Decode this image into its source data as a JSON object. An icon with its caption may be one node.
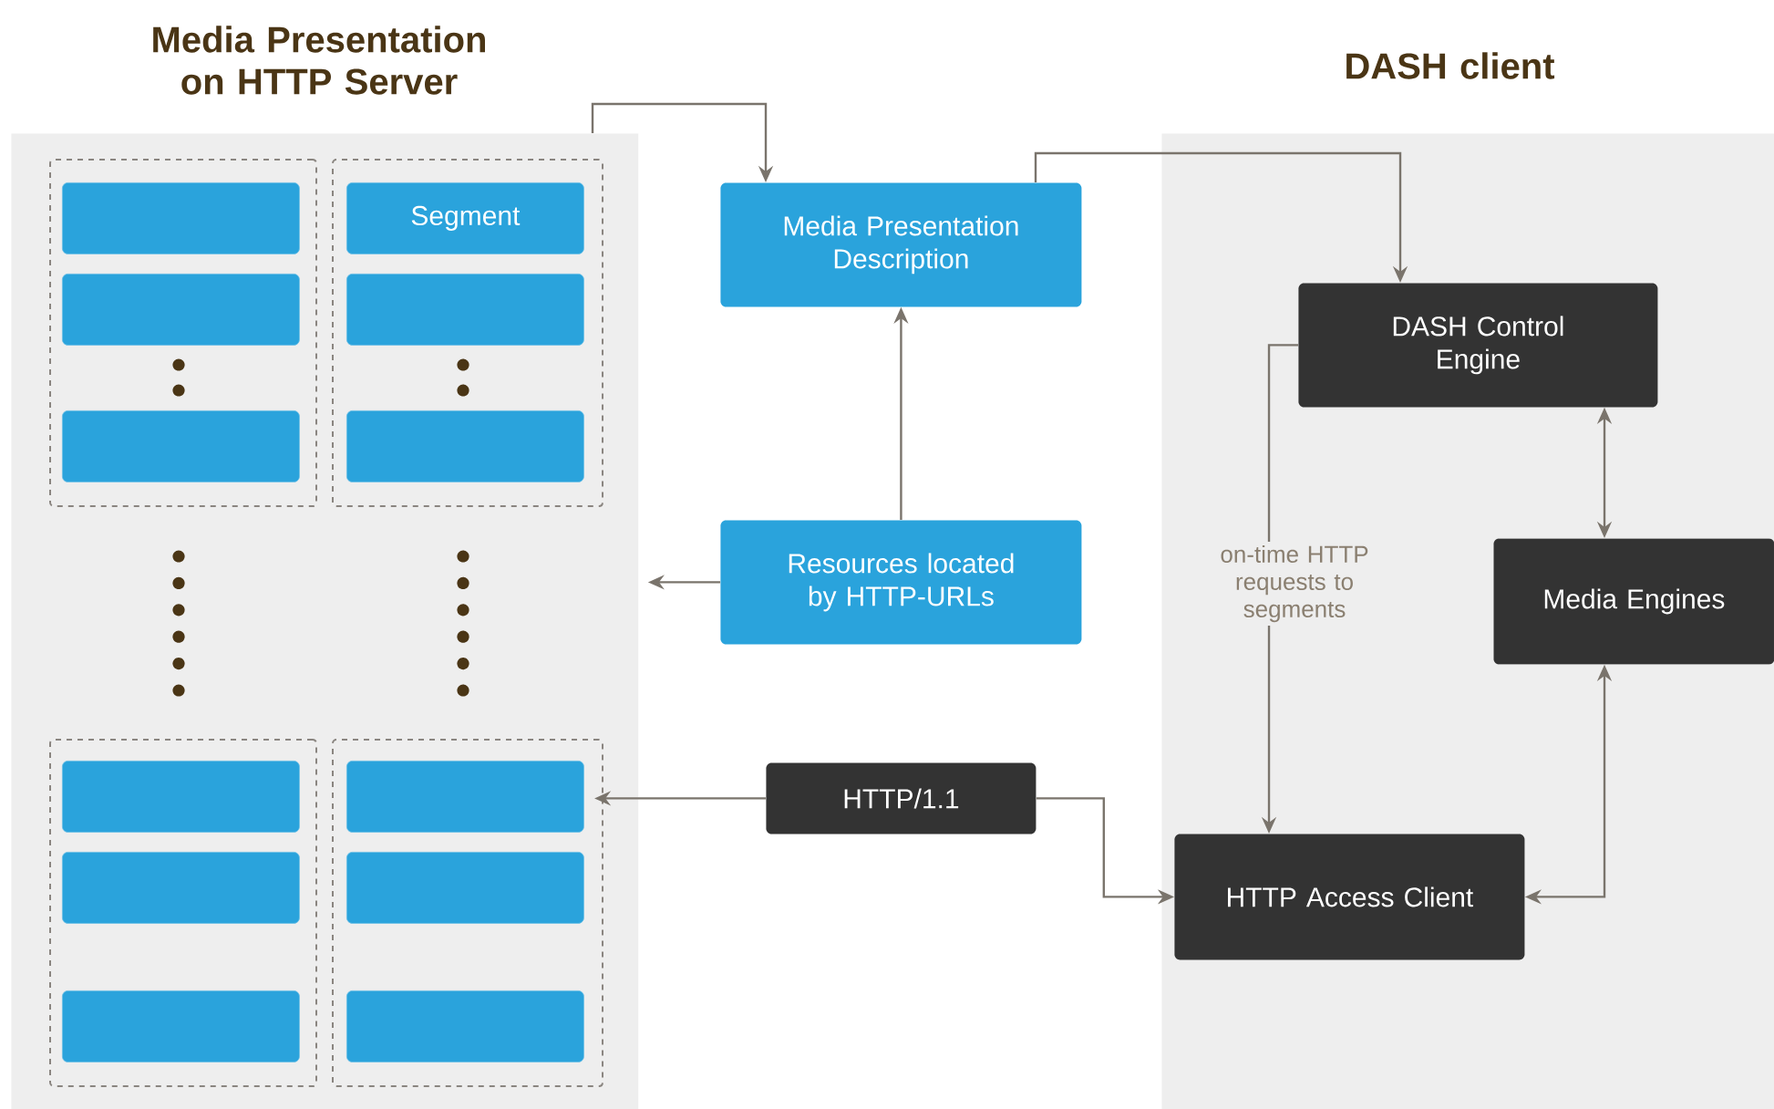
{
  "diagram": {
    "nodes": [
      {
        "text": [
          "Media Presentation on HTTP Server"
        ]
      },
      {
        "text": [],
        "shape": "box",
        "in": 0
      },
      {
        "text": [],
        "shape": "box",
        "in": 0
      },
      {
        "text": [],
        "shape": "box",
        "in": 0
      },
      {
        "text": [],
        "shape": "box",
        "in": 0
      },
      {
        "text": [],
        "shape": "box",
        "in": 1
      },
      {
        "text": [],
        "shape": "box",
        "in": 1
      },
      {
        "text": [],
        "shape": "box",
        "in": 1
      },
      {
        "text": [
          "Segment"
        ],
        "in": 2
      },
      {
        "text": [],
        "shape": "box",
        "in": 2
      },
      {
        "text": [],
        "shape": "box",
        "in": 2
      },
      {
        "text": [],
        "shape": "box",
        "in": 3
      },
      {
        "text": [],
        "shape": "box",
        "in": 3
      },
      {
        "text": [],
        "shape": "box",
        "in": 3
      },
      {
        "text": [],
        "shape": "box",
        "in": 4
      },
      {
        "text": [],
        "shape": "box",
        "in": 4
      },
      {
        "text": [],
        "shape": "box",
        "in": 4
      },
      {
        "text": [
          "DASH client"
        ]
      },
      {
        "text": [
          "Media Presentation Description"
        ]
      },
      {
        "text": [
          "Resources located by HTTP-URLs"
        ]
      },
      {
        "text": [
          "HTTP/1.1"
        ]
      },
      {
        "text": [
          "DASH Control Engine"
        ],
        "in": 17
      },
      {
        "text": [
          "Media Engines"
        ],
        "in": 17
      },
      {
        "text": [
          "HTTP Access Client"
        ],
        "in": 17
      }
    ],
    "edges": [
      {
        "from": 0,
        "to": 18,
        "arrow": "to"
      },
      {
        "from": 18,
        "to": 21,
        "arrow": "to"
      },
      {
        "from": 19,
        "to": 18,
        "arrow": "to"
      },
      {
        "from": 19,
        "to": 0,
        "arrow": "to"
      },
      {
        "from": 20,
        "to": 4,
        "arrow": "to"
      },
      {
        "from": 20,
        "to": 23,
        "arrow": "to"
      },
      {
        "from": 21,
        "to": 23,
        "arrow": "to",
        "label": "on-time HTTP requests to segments"
      },
      {
        "from": 21,
        "to": 22,
        "arrow": "both"
      },
      {
        "from": 22,
        "to": 23,
        "arrow": "both"
      }
    ]
  }
}
